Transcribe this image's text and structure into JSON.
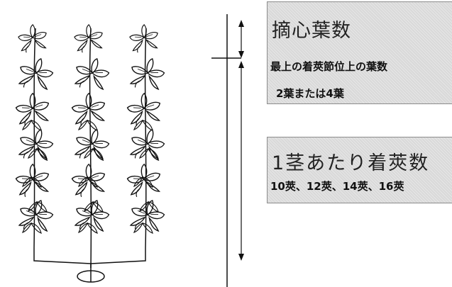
{
  "top_box": {
    "title": "摘心葉数",
    "line1": "最上の着莢節位上の葉数",
    "line2": "2葉または4葉"
  },
  "bottom_box": {
    "title": "1茎あたり着莢数",
    "line1": "10莢、12莢、14莢、16莢"
  }
}
